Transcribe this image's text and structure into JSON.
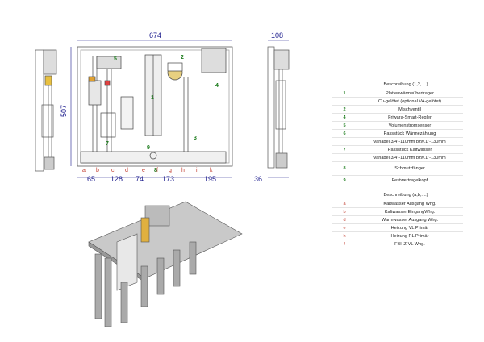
{
  "dimensions": {
    "width_total": "674",
    "height_total": "507",
    "depth": "108",
    "depth_bottom": "36",
    "spacings": [
      "65",
      "128",
      "74",
      "173",
      "195"
    ]
  },
  "connection_letters": [
    "a",
    "b",
    "c",
    "d",
    "e",
    "f",
    "g",
    "h",
    "i",
    "k"
  ],
  "component_numbers": [
    "1",
    "2",
    "3",
    "4",
    "5",
    "7",
    "8",
    "9"
  ],
  "legend_components": {
    "header": "Beschreibung (1,2,....)",
    "items": [
      {
        "key": "1",
        "text": "Plattenwärmeübertrager"
      },
      {
        "key": "",
        "text": "Cu-gelötet (optional VA-gelötet)"
      },
      {
        "key": "2",
        "text": "Mischventil"
      },
      {
        "key": "4",
        "text": "Friwara-Smart-Regler"
      },
      {
        "key": "5",
        "text": "Volumenstromsensor"
      },
      {
        "key": "6",
        "text": "Passstück Wärmezählung"
      },
      {
        "key": "",
        "text": "variabel 3/4\"-110mm bzw.1\"-130mm"
      },
      {
        "key": "7",
        "text": "Passstück Kaltwasser"
      },
      {
        "key": "",
        "text": "variabel 3/4\"-110mm bzw.1\"-130mm"
      },
      {
        "key": "8",
        "text": "Schmutzfänger"
      },
      {
        "key": "9",
        "text": "Festwertregelkopf"
      }
    ]
  },
  "legend_connections": {
    "header": "Beschreibung (a,b,....)",
    "items": [
      {
        "key": "a",
        "text": "Kaltwasser Ausgang Whg."
      },
      {
        "key": "b",
        "text": "Kaltwasser EingangWhg."
      },
      {
        "key": "d",
        "text": "Warmwasser Ausgang Whg."
      },
      {
        "key": "e",
        "text": "Heizung VL Primär"
      },
      {
        "key": "h",
        "text": "Heizung RL Primär"
      },
      {
        "key": "f",
        "text": "FBHZ-VL Whg."
      }
    ]
  }
}
